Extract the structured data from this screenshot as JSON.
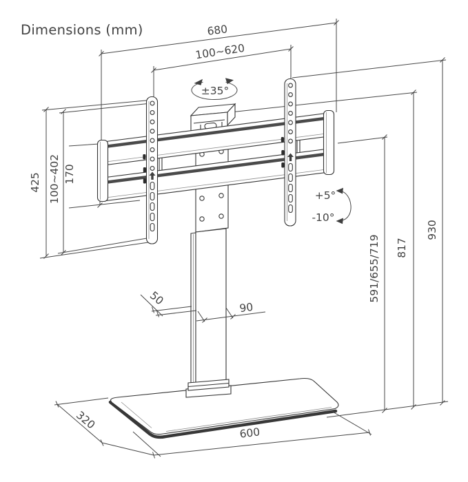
{
  "diagram": {
    "title": "Dimensions (mm)",
    "unit": "mm",
    "labels": {
      "overall_width": "680",
      "vesa_width_range": "100~620",
      "swivel_range": "±35°",
      "bracket_height": "425",
      "vesa_height_range": "100~402",
      "rail_span": "170",
      "tilt_up": "+5°",
      "tilt_down": "-10°",
      "screen_center_heights": "591/655/719",
      "mount_top_height": "817",
      "overall_height": "930",
      "column_depth": "50",
      "column_width": "90",
      "base_depth": "320",
      "base_width": "600"
    },
    "colors": {
      "line": "#454545",
      "product_line": "#333333",
      "text": "#424242",
      "background": "#ffffff"
    }
  }
}
